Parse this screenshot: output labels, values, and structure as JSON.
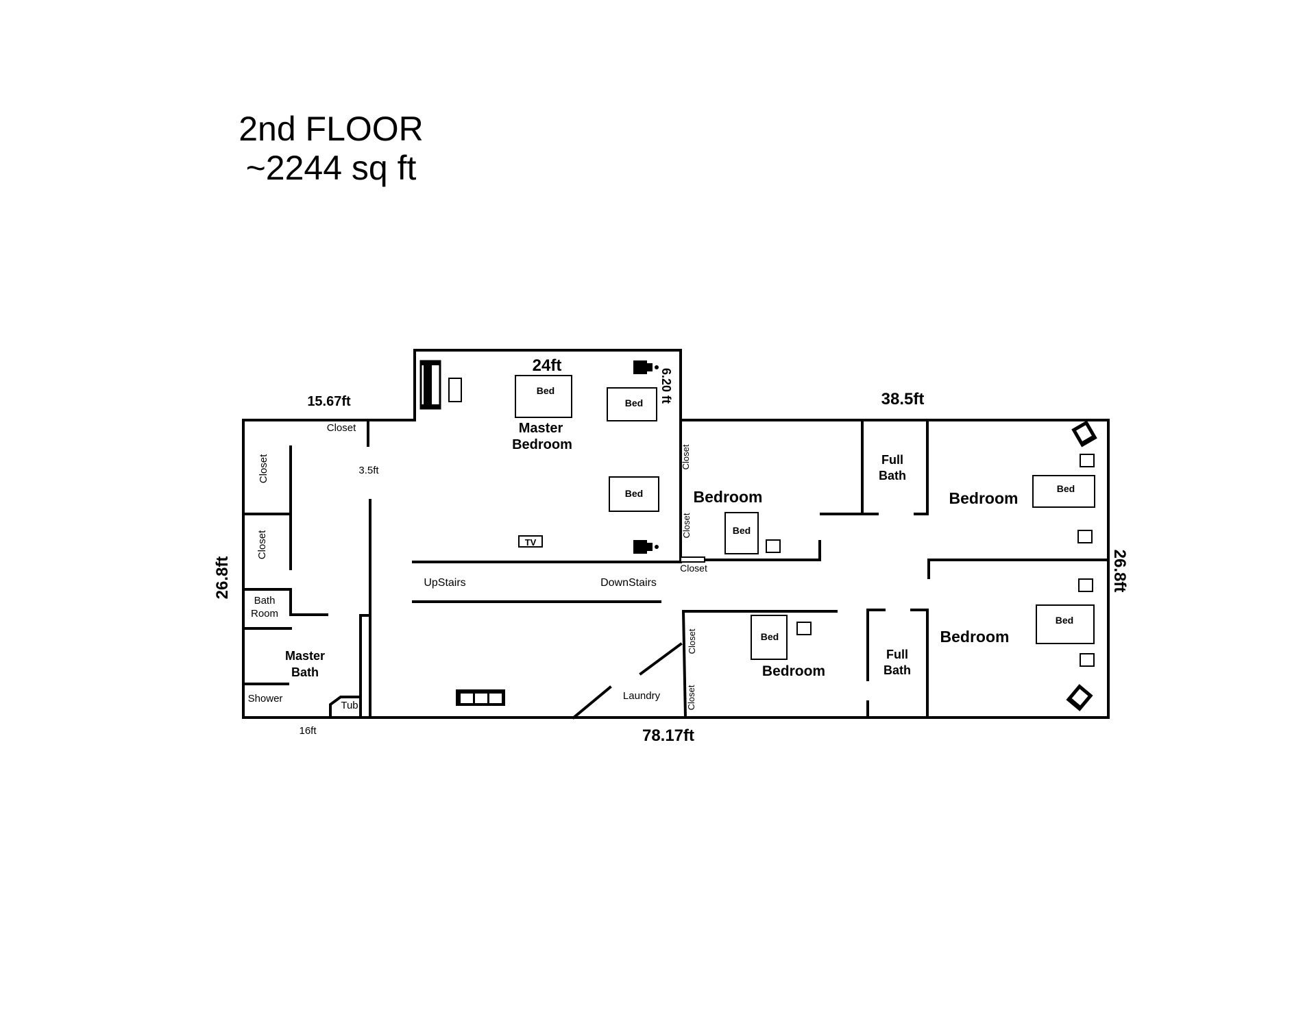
{
  "title": {
    "line1": "2nd FLOOR",
    "line2": "~2244 sq ft"
  },
  "dimensions": {
    "top_master": "24ft",
    "master_right": "6.20 ft",
    "top_left": "15.67ft",
    "top_right": "38.5ft",
    "left_side": "26.8ft",
    "right_side": "26.8ft",
    "bottom_left": "16ft",
    "bottom_total": "78.17ft",
    "hall_width": "3.5ft"
  },
  "rooms": {
    "master_bedroom": {
      "line1": "Master",
      "line2": "Bedroom"
    },
    "master_bath": {
      "line1": "Master",
      "line2": "Bath"
    },
    "bath_room": {
      "line1": "Bath",
      "line2": "Room"
    },
    "shower": "Shower",
    "tub": "Tub",
    "closet_top": "Closet",
    "closet_left_1": "Closet",
    "closet_left_2": "Closet",
    "upstairs": "UpStairs",
    "downstairs": "DownStairs",
    "tv": "TV",
    "laundry": "Laundry",
    "closet_hall": "Closet",
    "closet_bed2_1": "Closet",
    "closet_bed2_2": "Closet",
    "closet_bed3_1": "Closet",
    "closet_bed3_2": "Closet",
    "bedroom_2": "Bedroom",
    "bedroom_3": "Bedroom",
    "bedroom_4": "Bedroom",
    "bedroom_5": "Bedroom",
    "full_bath_1": {
      "line1": "Full",
      "line2": "Bath"
    },
    "full_bath_2": {
      "line1": "Full",
      "line2": "Bath"
    }
  },
  "beds": {
    "master_1": "Bed",
    "master_2": "Bed",
    "master_3": "Bed",
    "bedroom_2": "Bed",
    "bedroom_3": "Bed",
    "bedroom_4": "Bed",
    "bedroom_5": "Bed"
  }
}
